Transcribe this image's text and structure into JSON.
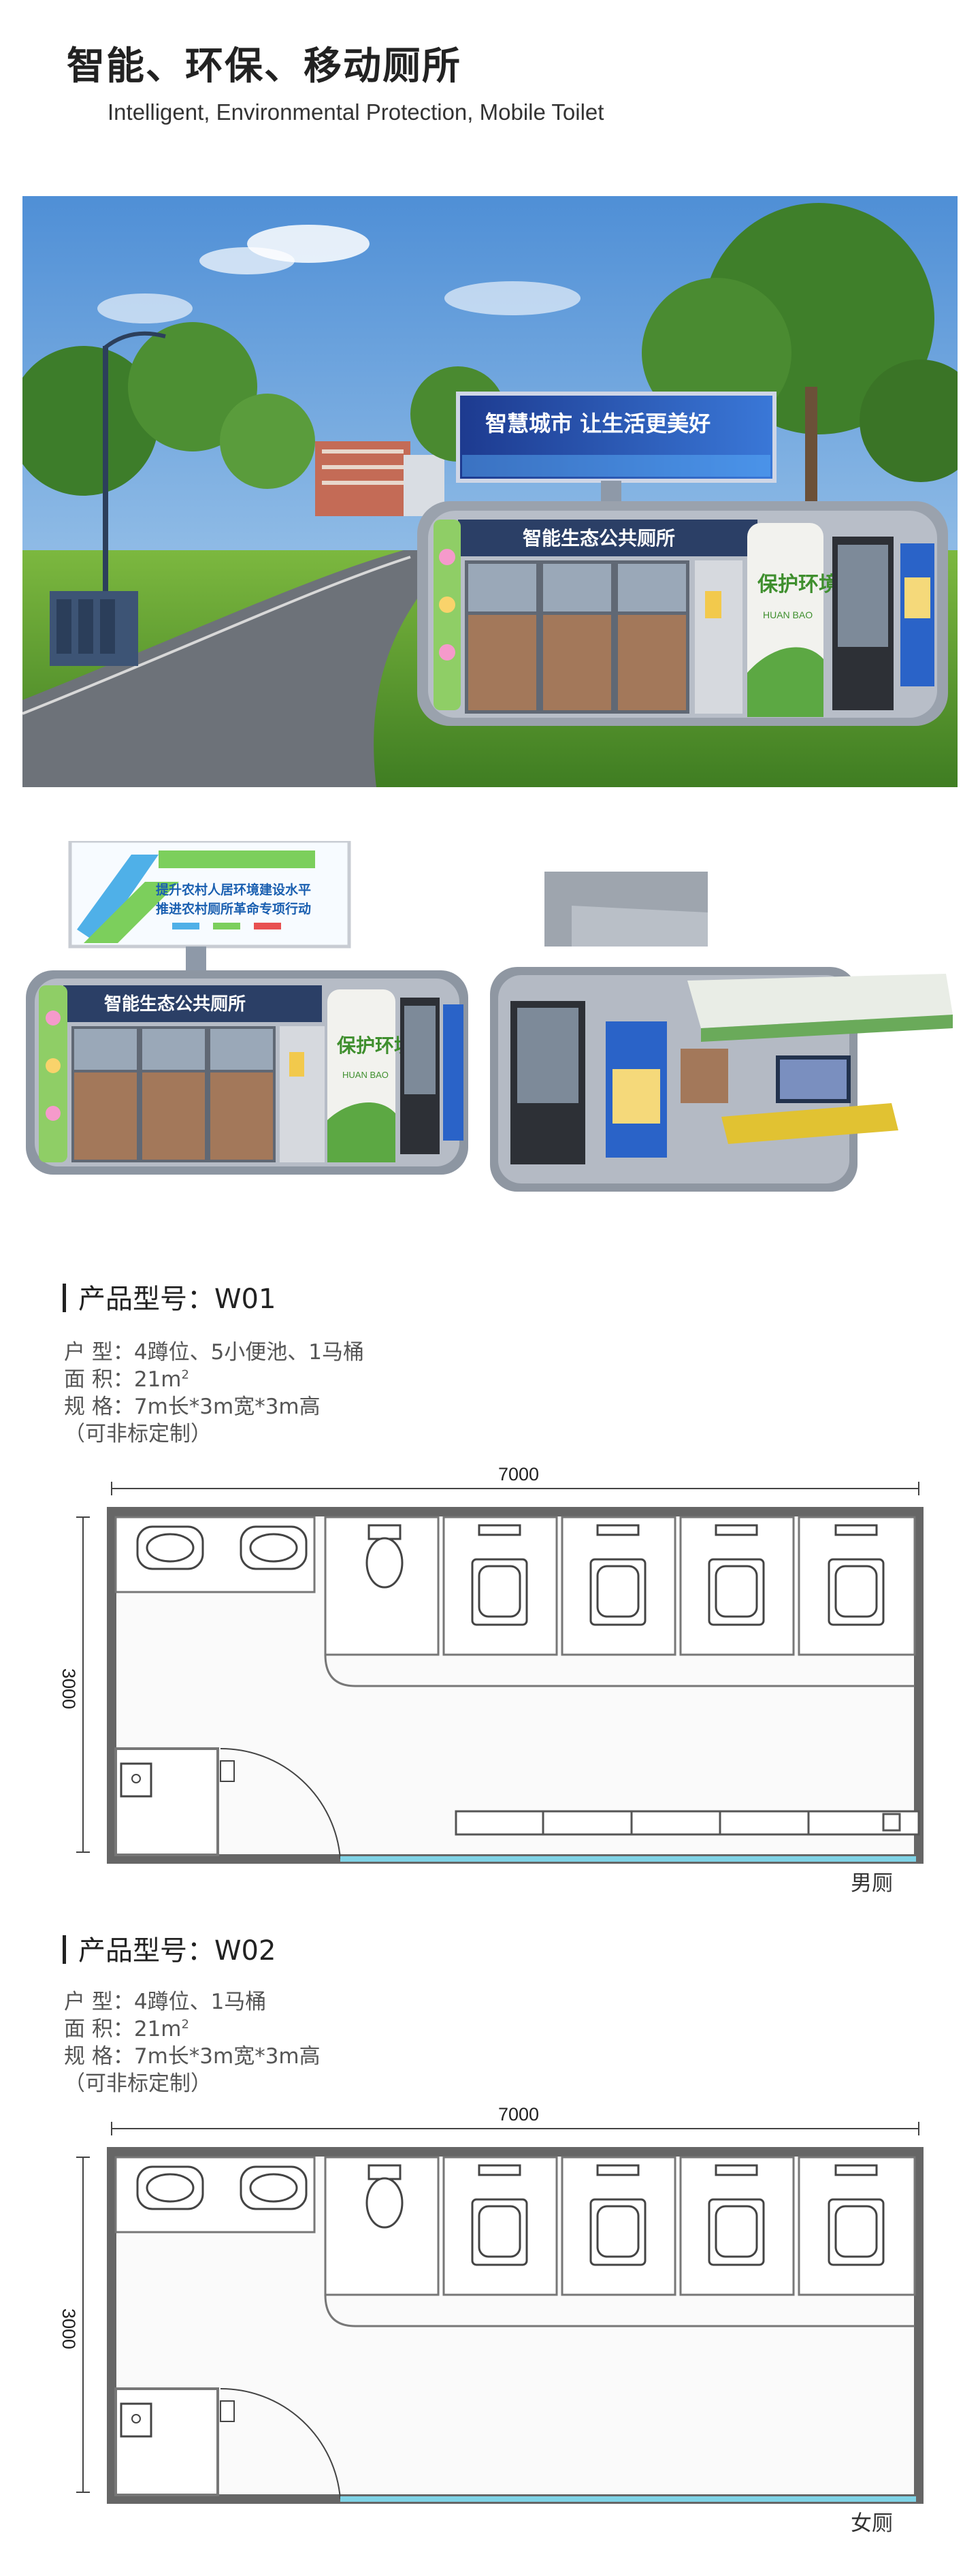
{
  "header": {
    "title": "智能、环保、移动厕所",
    "subtitle": "Intelligent, Environmental Protection, Mobile Toilet"
  },
  "hero": {
    "billboard_text": "智慧城市    让生活更美好",
    "kiosk_sign": "智能生态公共厕所",
    "side_panel": "保护环境",
    "side_panel_en": "HUAN BAO"
  },
  "render1": {
    "billboard_lines": [
      "提升农村人居环境建设水平",
      "推进农村厕所革命专项行动"
    ],
    "kiosk_sign": "智能生态公共厕所",
    "side_panel": "保护环境",
    "side_panel_en": "HUAN BAO"
  },
  "models": [
    {
      "title": "产品型号：W01",
      "type_label": "户  型：",
      "type_value": "4蹲位、5小便池、1马桶",
      "area_label": "面  积：",
      "area_value": "21m",
      "area_sup": "2",
      "size_label": "规  格：",
      "size_value": "7m长*3m宽*3m高",
      "custom_note": "（可非标定制）",
      "width_dim": "7000",
      "height_dim": "3000",
      "plan_label": "男厕"
    },
    {
      "title": "产品型号：W02",
      "type_label": "户  型：",
      "type_value": "4蹲位、1马桶",
      "area_label": "面  积：",
      "area_value": "21m",
      "area_sup": "2",
      "size_label": "规  格：",
      "size_value": "7m长*3m宽*3m高",
      "custom_note": "（可非标定制）",
      "width_dim": "7000",
      "height_dim": "3000",
      "plan_label": "女厕"
    }
  ],
  "colors": {
    "door_glass": "#7fd3e6",
    "kiosk_blue": "#2b3f66",
    "grass": "#4e9a2f",
    "sky": "#6aa6dd"
  }
}
